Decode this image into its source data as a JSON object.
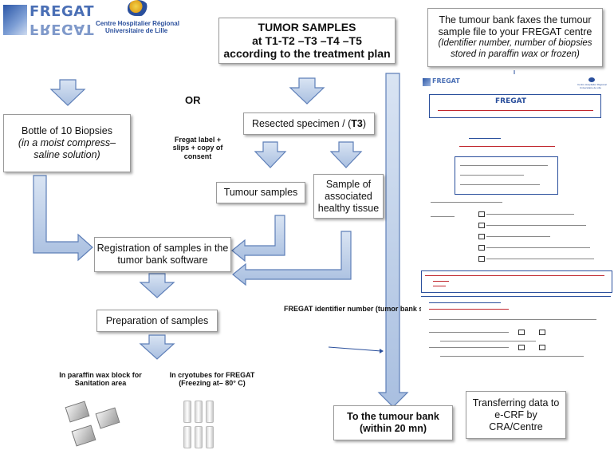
{
  "logos": {
    "fregat": "FREGAT",
    "chu": [
      "Centre Hospitalier Régional",
      "Universitaire de Lille"
    ]
  },
  "tumor_samples": [
    "TUMOR SAMPLES",
    "at T1-T2 –T3 –T4 –T5",
    "according to the treatment plan"
  ],
  "fax_box": {
    "line1": "The tumour bank faxes the tumour",
    "line2": "sample file to your FREGAT centre",
    "italic": "(Identifier number, number of biopsies stored in paraffin wax or frozen)"
  },
  "or": "OR",
  "bottle": {
    "title": "Bottle of 10 Biopsies",
    "italic": "(in a moist compress–saline solution)"
  },
  "resected": {
    "text": "Resected specimen / (",
    "bold": "T3",
    "close": ")"
  },
  "label_note": [
    "Fregat label +",
    "slips + copy of",
    "consent"
  ],
  "tumour_samples_box": "Tumour samples",
  "healthy_tissue": [
    "Sample of",
    "associated",
    "healthy tissue"
  ],
  "registration": [
    "Registration of samples in the",
    "tumor bank software"
  ],
  "preparation": "Preparation of samples",
  "identifier_note": [
    "FREGAT identifier number",
    "(tumor bank software)"
  ],
  "to_bank": [
    "To the tumour bank",
    "(within 20 mn)"
  ],
  "transferring": [
    "Transferring data to",
    "e-CRF by",
    "CRA/Centre"
  ],
  "paraffin": [
    "In paraffin wax block for",
    "Sanitation area"
  ],
  "cryotubes": [
    "In cryotubes for FREGAT",
    "(Freezing at– 80° C)"
  ],
  "colors": {
    "arrow_fill": "#b8cde8",
    "arrow_stroke": "#5e7fb8",
    "form_blue": "#2a4f9c",
    "form_red": "#c0262d"
  }
}
